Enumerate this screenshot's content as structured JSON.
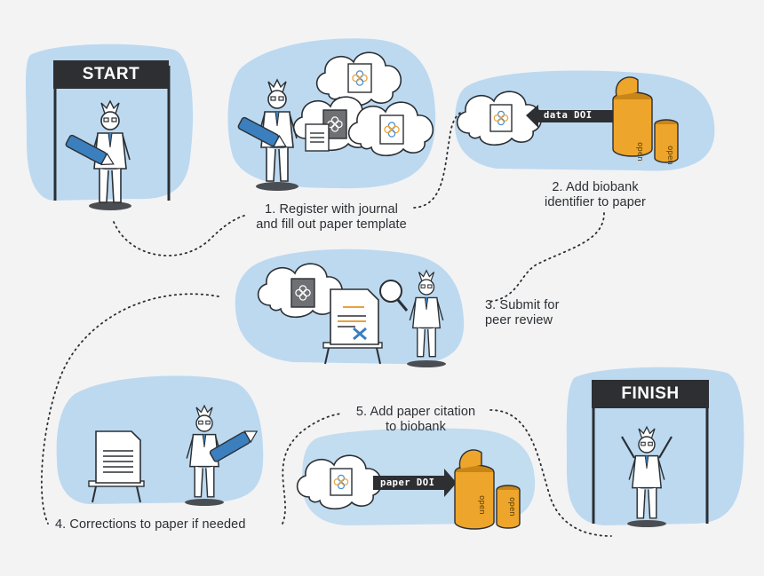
{
  "banners": {
    "start": "START",
    "finish": "FINISH"
  },
  "tags": {
    "data_doi": "data DOI",
    "paper_doi": "paper DOI"
  },
  "cans": {
    "label": "open"
  },
  "steps": [
    {
      "line1": "1. Register with journal",
      "line2": "and fill out paper template"
    },
    {
      "line1": "2. Add biobank",
      "line2": "identifier to paper"
    },
    {
      "line1": "3. Submit for",
      "line2": "peer review"
    },
    {
      "line1": "4. Corrections to paper if needed",
      "line2": ""
    },
    {
      "line1": "5. Add paper citation",
      "line2": "to biobank"
    }
  ],
  "colors": {
    "blob": "#bcd9f0",
    "banner": "#2d2f33",
    "can": "#eea52b",
    "can_dark": "#c98516",
    "paper_dark": "#6e7074",
    "ink": "#2b2f33",
    "accent_orange": "#e8a23a",
    "accent_blue": "#3b7fbf"
  }
}
